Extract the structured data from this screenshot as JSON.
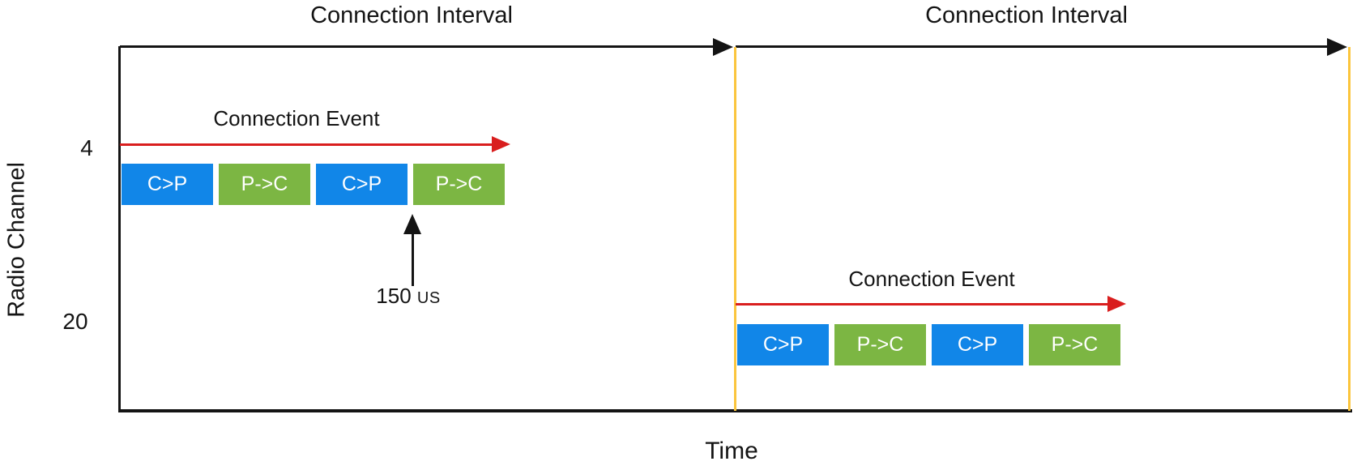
{
  "colors": {
    "blue": "#1186E8",
    "green": "#7CB643",
    "red": "#D91E1E",
    "yellow": "#FBC53D",
    "ink": "#141414"
  },
  "axes": {
    "y_label": "Radio Channel",
    "x_label": "Time",
    "y_ticks": [
      "4",
      "20"
    ]
  },
  "intervals": [
    {
      "label": "Connection Interval"
    },
    {
      "label": "Connection Interval"
    }
  ],
  "events": [
    {
      "label": "Connection Event",
      "packets": [
        {
          "label": "C>P"
        },
        {
          "label": "P->C"
        },
        {
          "label": "C>P"
        },
        {
          "label": "P->C"
        }
      ]
    },
    {
      "label": "Connection Event",
      "packets": [
        {
          "label": "C>P"
        },
        {
          "label": "P->C"
        },
        {
          "label": "C>P"
        },
        {
          "label": "P->C"
        }
      ]
    }
  ],
  "ifs_annotation": {
    "value": "150",
    "unit": "us"
  }
}
